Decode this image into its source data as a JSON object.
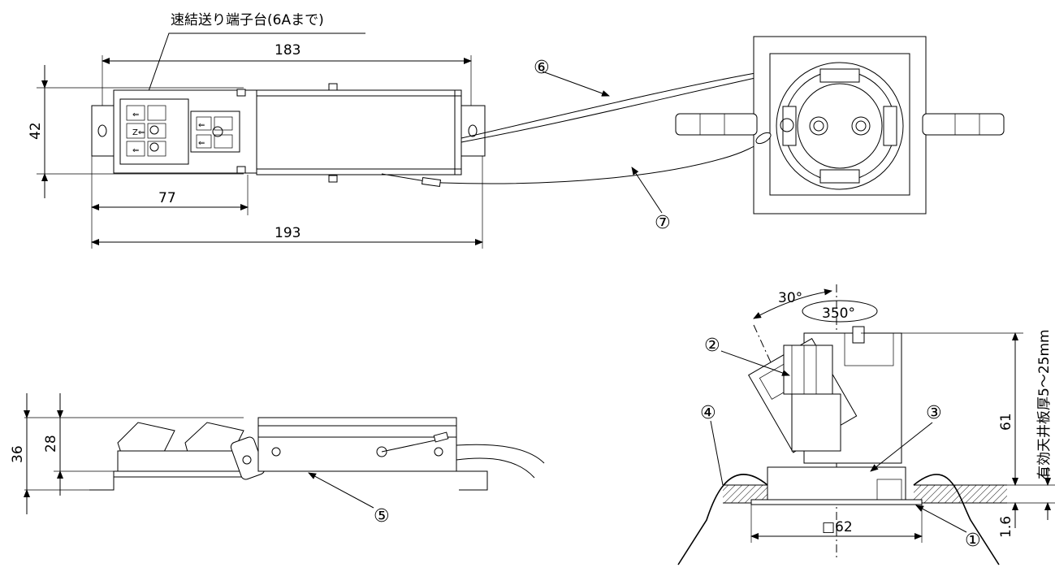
{
  "labels": {
    "terminal": "速結送り端子台(6Aまで)",
    "dim_183": "183",
    "dim_42": "42",
    "dim_77": "77",
    "dim_193": "193",
    "dim_36": "36",
    "dim_28": "28",
    "dim_61": "61",
    "dim_1_6": "1.6",
    "dim_62": "□62",
    "angle_30": "30°",
    "angle_350": "350°",
    "ceiling_note": "有効天井板厚5～25mm",
    "c1": "①",
    "c2": "②",
    "c3": "③",
    "c4": "④",
    "c5": "⑤",
    "c6": "⑥",
    "c7": "⑦"
  }
}
